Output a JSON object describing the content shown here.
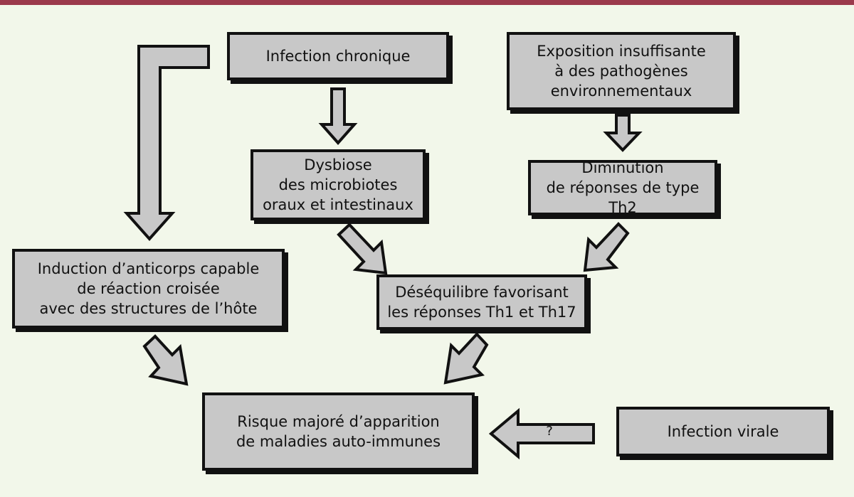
{
  "colors": {
    "background": "#f2f7ea",
    "top_bar": "#9b3a4c",
    "box_fill": "#c8c8c8",
    "arrow_fill": "#c8c8c8",
    "stroke": "#111111"
  },
  "nodes": {
    "infection_chronique": "Infection chronique",
    "exposition": "Exposition insuffisante\nà des pathogènes\nenvironnementaux",
    "dysbiose": "Dysbiose\ndes microbiotes\noraux et intestinaux",
    "diminution_th2": "Diminution\nde réponses de type Th2",
    "induction_anticorps": "Induction d’anticorps capable\nde réaction croisée\navec des structures de l’hôte",
    "desequilibre": "Déséquilibre favorisant\nles réponses Th1 et Th17",
    "risque": "Risque majoré d’apparition\nde maladies auto-immunes",
    "infection_virale": "Infection virale"
  },
  "edges": [
    {
      "from": "infection_chronique",
      "to": "induction_anticorps"
    },
    {
      "from": "infection_chronique",
      "to": "dysbiose"
    },
    {
      "from": "exposition",
      "to": "diminution_th2"
    },
    {
      "from": "dysbiose",
      "to": "desequilibre"
    },
    {
      "from": "diminution_th2",
      "to": "desequilibre"
    },
    {
      "from": "induction_anticorps",
      "to": "risque"
    },
    {
      "from": "desequilibre",
      "to": "risque"
    },
    {
      "from": "infection_virale",
      "to": "risque",
      "label": "?"
    }
  ]
}
